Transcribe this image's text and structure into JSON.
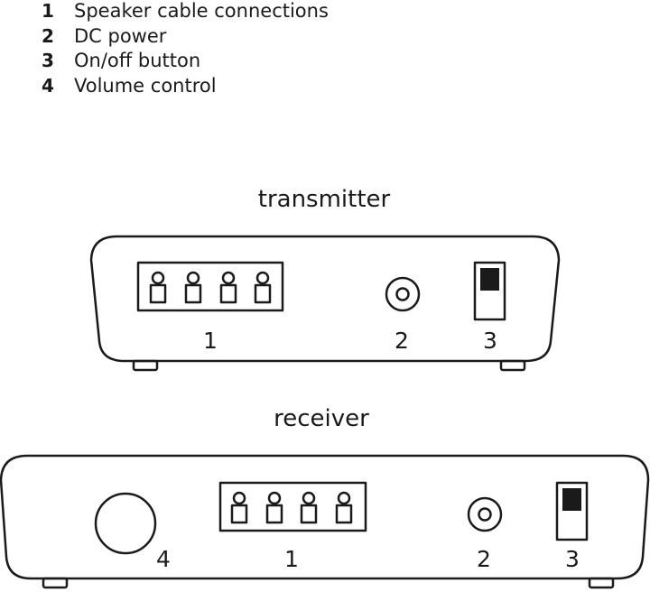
{
  "legend": [
    {
      "number": "1",
      "label": "Speaker cable connections"
    },
    {
      "number": "2",
      "label": "DC power"
    },
    {
      "number": "3",
      "label": "On/off button"
    },
    {
      "number": "4",
      "label": "Volume control"
    }
  ],
  "transmitter": {
    "title": "transmitter",
    "callouts": {
      "speaker_terminals": "1",
      "dc_power": "2",
      "power_switch": "3"
    }
  },
  "receiver": {
    "title": "receiver",
    "callouts": {
      "volume_knob": "4",
      "speaker_terminals": "1",
      "dc_power": "2",
      "power_switch": "3"
    }
  },
  "colors": {
    "stroke": "#1a1a1a",
    "background": "#ffffff"
  }
}
